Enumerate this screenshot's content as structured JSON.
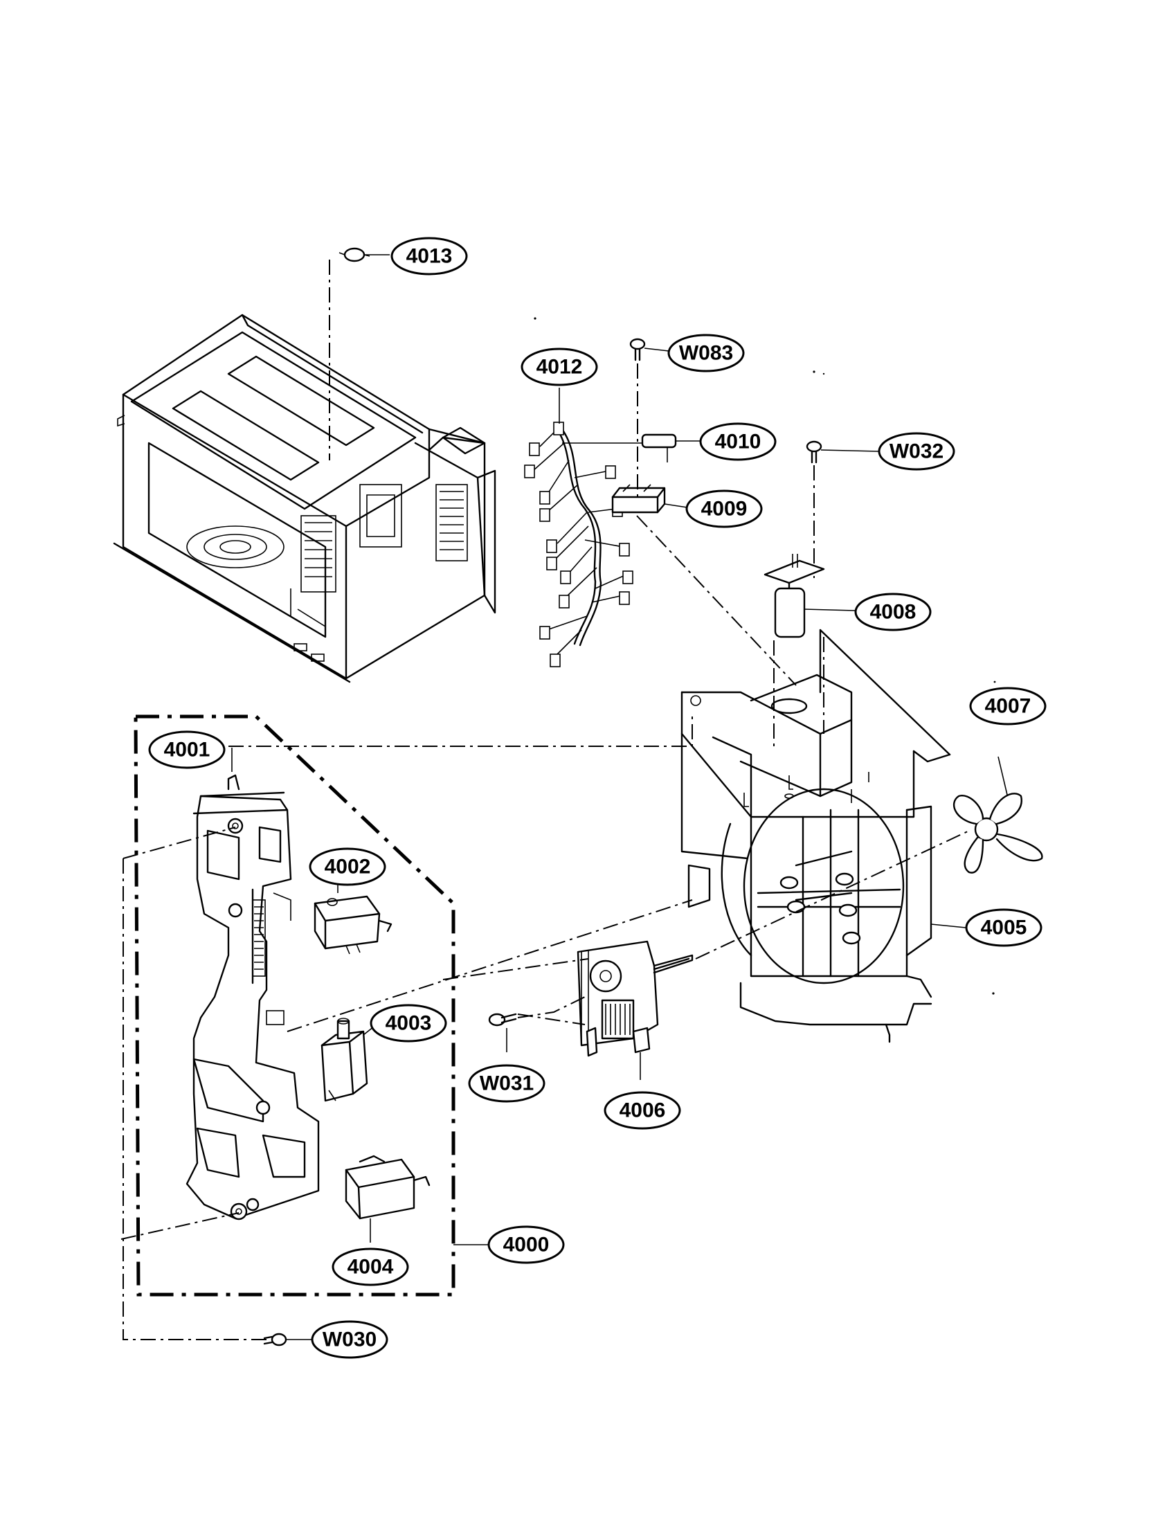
{
  "diagram": {
    "parts": [
      {
        "id": "p4000",
        "label": "4000"
      },
      {
        "id": "p4001",
        "label": "4001"
      },
      {
        "id": "p4002",
        "label": "4002"
      },
      {
        "id": "p4003",
        "label": "4003"
      },
      {
        "id": "p4004",
        "label": "4004"
      },
      {
        "id": "p4005",
        "label": "4005"
      },
      {
        "id": "p4006",
        "label": "4006"
      },
      {
        "id": "p4007",
        "label": "4007"
      },
      {
        "id": "p4008",
        "label": "4008"
      },
      {
        "id": "p4009",
        "label": "4009"
      },
      {
        "id": "p4010",
        "label": "4010"
      },
      {
        "id": "p4012",
        "label": "4012"
      },
      {
        "id": "p4013",
        "label": "4013"
      },
      {
        "id": "pW030",
        "label": "W030"
      },
      {
        "id": "pW031",
        "label": "W031"
      },
      {
        "id": "pW032",
        "label": "W032"
      },
      {
        "id": "pW083",
        "label": "W083"
      }
    ]
  }
}
